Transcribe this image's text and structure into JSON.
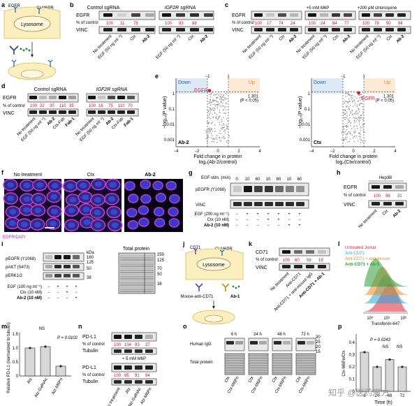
{
  "panels": {
    "a": {
      "letter": "a",
      "labels": {
        "egfr": "EGFR",
        "cimpr": "CI-M6PR",
        "lysosome": "Lysosome"
      }
    },
    "b": {
      "letter": "b",
      "groups": [
        "Control sgRNA",
        "IGF2R sgRNA"
      ],
      "row_labels": [
        "EGFR",
        "% of control",
        "VINC"
      ],
      "percent": [
        [
          "100",
          "11",
          "78"
        ],
        [
          "100",
          "83",
          "88"
        ]
      ],
      "lanes": [
        "No treatment",
        "EGF (50 ng ml⁻¹)",
        "Ctx",
        "Ab-2"
      ]
    },
    "c": {
      "letter": "c",
      "groups": [
        "",
        "+5 mM M6P",
        "+200 μM chloroquine"
      ],
      "row_labels": [
        "EGFR",
        "% of control",
        "VINC"
      ],
      "percent": [
        [
          "100",
          "17",
          "74",
          "24"
        ],
        [
          "100",
          "24",
          "84",
          "77"
        ],
        [
          "100",
          "78",
          "90",
          "94"
        ]
      ],
      "lanes": [
        "No treatment",
        "EGF (50 ng ml⁻¹)",
        "Ctx",
        "Ab-2"
      ]
    },
    "d": {
      "letter": "d",
      "groups": [
        "Control sgRNA",
        "IGF2R sgRNA"
      ],
      "row_labels": [
        "EGFR",
        "% of control",
        "VINC"
      ],
      "percent": [
        [
          "100",
          "22",
          "30",
          "110",
          "35"
        ],
        [
          "100",
          "16",
          "75",
          "110",
          "70"
        ]
      ],
      "lanes": [
        "No treatment",
        "EGF (50 ng ml⁻¹)",
        "Ab-2",
        "Ctx-Fab",
        "Fab-1"
      ]
    },
    "e": {
      "letter": "e",
      "plots": [
        {
          "corner": "Ab-2",
          "xlabel": "Fold change in protein",
          "xlabel2": "log₂(Ab-2/control)",
          "point_label": "EGFR"
        },
        {
          "corner": "Ctx",
          "xlabel": "Fold change in protein",
          "xlabel2": "log₂(Ctx/control)",
          "point_label": "EGFR"
        }
      ],
      "ylabel": "−log₁₀(P value)",
      "down": "Down",
      "up": "Up",
      "threshold": "1.301",
      "threshold_note": "(P < 0.05)",
      "yticks": [
        "1",
        "0.1",
        "0.01",
        "0.001"
      ],
      "xticks": [
        "−4",
        "−2",
        "0",
        "2",
        "4"
      ],
      "top_ticks": [
        "−1",
        "1"
      ]
    },
    "f": {
      "letter": "f",
      "titles": [
        "No treatment",
        "Ctx",
        "Ab-2"
      ],
      "legend": "EGFR/DAPI"
    },
    "g": {
      "letter": "g",
      "stim_label": "EGF stim. (min)",
      "stim_values": [
        "0",
        "10",
        "60",
        "10",
        "60",
        "10",
        "60"
      ],
      "row_labels": [
        "pEGFR (Y1068)",
        "VINC"
      ],
      "treatments": [
        "EGF (200 ng ml⁻¹)",
        "Ctx (10 nM)",
        "Ab-2 (10 nM)"
      ],
      "signs": [
        [
          "−",
          "+",
          "+",
          "+",
          "+",
          "+",
          "+"
        ],
        [
          "−",
          "−",
          "−",
          "+",
          "+",
          "−",
          "−"
        ],
        [
          "−",
          "−",
          "−",
          "−",
          "−",
          "+",
          "+"
        ]
      ]
    },
    "h": {
      "letter": "h",
      "cell": "Hep3B",
      "row_labels": [
        "EGFR",
        "% of control",
        "VINC"
      ],
      "percent": [
        "100",
        "98",
        "31"
      ],
      "lanes": [
        "No treatment",
        "Ctx",
        "Ab-2"
      ]
    },
    "i": {
      "letter": "i",
      "row_labels": [
        "pEGFR (Y1068)",
        "pAKT (S473)",
        "pERK1/2"
      ],
      "kda_left": [
        "160",
        "125",
        "50",
        "38"
      ],
      "kda_title": "kDa",
      "total": "Total protein",
      "kda_right": [
        "250",
        "125",
        "70",
        "50",
        "38"
      ],
      "treatments": [
        "EGF (100 ng ml⁻¹)",
        "Ctx (10 nM)",
        "Ab-2 (10 nM)"
      ],
      "signs": [
        [
          "−",
          "+",
          "+",
          "+"
        ],
        [
          "−",
          "−",
          "+",
          "−"
        ],
        [
          "−",
          "−",
          "−",
          "+"
        ]
      ]
    },
    "j": {
      "letter": "j",
      "labels": {
        "cd71": "CD71",
        "cimpr": "CI-M6PR",
        "lysosome": "Lysosome",
        "mouse": "Mouse-anti-CD71",
        "ab1": "Ab-1"
      }
    },
    "k": {
      "letter": "k",
      "row_labels": [
        "CD71",
        "% of control",
        "VINC"
      ],
      "percent": [
        "100",
        "60",
        "58",
        "19"
      ],
      "lanes": [
        "No treatment",
        "Anti-CD71",
        "Anti-CD71 + anti-mouse IgG",
        "Anti-CD71 + Ab-1"
      ]
    },
    "l": {
      "letter": "l",
      "legend": [
        "Untreated Jurkat",
        "Anti-CD71",
        "Anti-CD71 + anti-mouse",
        "Anti-CD71 + Ab-1"
      ],
      "colors": [
        "#e0263a",
        "#2aa8d8",
        "#f08a2a",
        "#2e9e3a"
      ],
      "xticks": [
        "10⁴",
        "10⁵",
        "10⁶"
      ],
      "xlabel": "Transferrin-647"
    },
    "m": {
      "letter": "m",
      "ylabel": "Relative PD-L1 (normalized to tubulin)",
      "categories": [
        "Atz",
        "Atz-GalNAc",
        "Atz-M6Pn"
      ],
      "values": [
        1.0,
        1.05,
        0.35
      ],
      "yticks": [
        "0",
        "0.5",
        "1.0",
        "1.5"
      ],
      "ns": "NS",
      "p": "P = 0.0102"
    },
    "n": {
      "letter": "n",
      "row_labels": [
        "PD-L1",
        "% of control",
        "Tubulin"
      ],
      "percent_top": [
        "100",
        "104",
        "93",
        "27"
      ],
      "m6p": "+ 5 mM M6P",
      "percent_bottom": [
        "100",
        "95",
        "91",
        "94"
      ],
      "lanes": [
        "No treatment",
        "Atz",
        "Atz-GalNAc",
        "Atz-M6Pn"
      ]
    },
    "o": {
      "letter": "o",
      "times": [
        "6 h",
        "24 h",
        "48 h",
        "72 h"
      ],
      "row_labels": [
        "Human IgG",
        "Total protein"
      ],
      "kda": [
        "30",
        "25",
        "20",
        "15"
      ],
      "lanes": [
        "Ctx",
        "Ctx-M6Pn"
      ]
    },
    "p": {
      "letter": "p",
      "ylabel": "Ctx-M6Pn/Ctx",
      "xlabel": "Time (h)",
      "categories": [
        "6",
        "24",
        "48",
        "72"
      ],
      "values": [
        0.32,
        0.2,
        0.26,
        0.2
      ],
      "yticks": [
        "0",
        "0.1",
        "0.2",
        "0.3",
        "0.4"
      ],
      "p": "P = 0.0243",
      "ns1": "NS",
      "ns2": "NS"
    }
  },
  "watermark": "知乎 @医药魔方"
}
